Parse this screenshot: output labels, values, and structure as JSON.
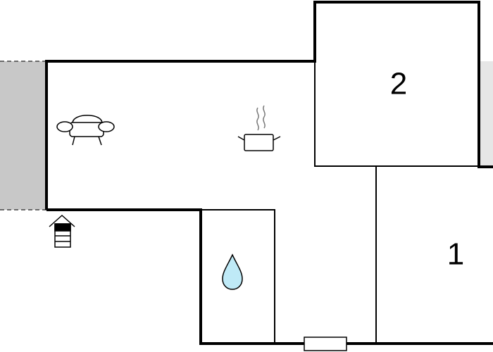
{
  "floorplan": {
    "rooms": [
      {
        "id": "room-1",
        "label": "1"
      },
      {
        "id": "room-2",
        "label": "2"
      }
    ],
    "icons": {
      "living": "sofa-icon",
      "kitchen": "cooking-pot-icon",
      "bathroom": "water-drop-icon",
      "entrance": "entrance-icon",
      "window": "window-icon"
    },
    "colors": {
      "wall": "#000000",
      "terrace": "#c8c8c8",
      "adjacent": "#e6e6e6",
      "water": "#bfeaf7",
      "background": "#ffffff"
    }
  }
}
